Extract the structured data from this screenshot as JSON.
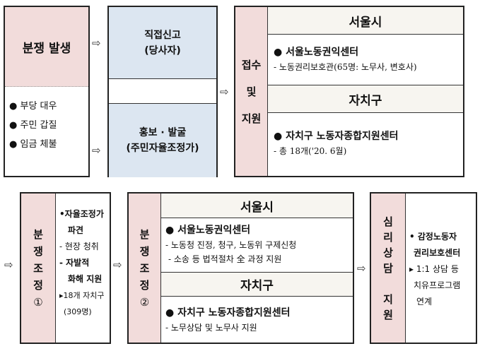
{
  "dispute": {
    "title": "분쟁 발생",
    "items": [
      "부당 대우",
      "주민 갑질",
      "임금 체불"
    ]
  },
  "intake": {
    "direct": [
      "직접신고",
      "(당사자)"
    ],
    "outreach": [
      "홍보 · 발굴",
      "(주민자율조정가)"
    ]
  },
  "reception": {
    "label": [
      "접수",
      "및",
      "지원"
    ],
    "seoul": {
      "header": "서울시",
      "center": "서울노동권익센터",
      "detail": "- 노동권리보호관(65명: 노무사, 변호사)"
    },
    "district": {
      "header": "자치구",
      "center": "자치구 노동자종합지원센터",
      "detail": "- 총 18개('20. 6월)"
    }
  },
  "mediation1": {
    "label": [
      "분",
      "쟁",
      "조",
      "정",
      "①"
    ],
    "lines": [
      "•자율조정가",
      "파견",
      "- 현장 청취",
      "- 자발적",
      "화해 지원",
      "▸18개 자치구",
      "(309명)"
    ]
  },
  "mediation2": {
    "label": [
      "분",
      "쟁",
      "조",
      "정",
      "②"
    ],
    "seoul": {
      "header": "서울시",
      "center": "서울노동권익센터",
      "details": [
        "- 노동청 진정, 청구, 노동위 구제신청",
        "- 소송 등 법적절차 全 과정 지원"
      ]
    },
    "district": {
      "header": "자치구",
      "center": "자치구 노동자종합지원센터",
      "details": [
        "- 노무상담 및 노무사 지원"
      ]
    }
  },
  "counseling": {
    "label": [
      "심",
      "리",
      "상",
      "담",
      "",
      "지",
      "원"
    ],
    "lines": [
      "• 감정노동자",
      "권리보호센터",
      "▸ 1:1 상담 등",
      "치유프로그램",
      "연계"
    ]
  },
  "arrow": "⇨"
}
